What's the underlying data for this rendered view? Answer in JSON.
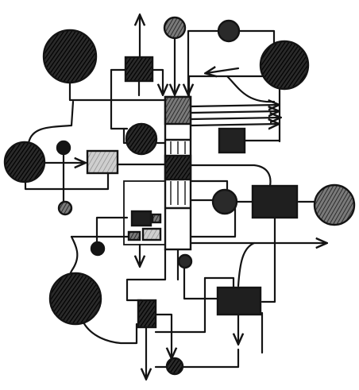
{
  "diagram": {
    "title": "",
    "style": "hand-drawn ink sketch",
    "colors": {
      "ink": "#141414",
      "dark_fill": "#1f1f1f",
      "mid_fill": "#6a6a6a",
      "light_fill": "#b9b9b9",
      "paper": "#ffffff"
    },
    "nodes": [
      {
        "id": "circle-top-left-large",
        "shape": "circle",
        "shade": "hatched-dark"
      },
      {
        "id": "circle-top-small-left",
        "shape": "circle",
        "shade": "hatched-mid"
      },
      {
        "id": "circle-top-small-right",
        "shape": "circle",
        "shade": "dark"
      },
      {
        "id": "circle-top-right-large",
        "shape": "circle",
        "shade": "dark"
      },
      {
        "id": "square-top-hatched",
        "shape": "square",
        "shade": "hatched-dark"
      },
      {
        "id": "hub-box",
        "shape": "rectangle",
        "shade": "segmented"
      },
      {
        "id": "circle-mid-center",
        "shape": "circle",
        "shade": "hatched-dark"
      },
      {
        "id": "square-mid-right",
        "shape": "square",
        "shade": "dark"
      },
      {
        "id": "circle-left-large",
        "shape": "circle",
        "shade": "hatched-dark"
      },
      {
        "id": "dot-left-top",
        "shape": "dot",
        "shade": "dark"
      },
      {
        "id": "dot-left-bottom",
        "shape": "dot",
        "shade": "mid"
      },
      {
        "id": "box-light-left",
        "shape": "rectangle",
        "shade": "light"
      },
      {
        "id": "circle-center-right",
        "shape": "circle",
        "shade": "dark"
      },
      {
        "id": "rect-right-dark",
        "shape": "rectangle",
        "shade": "dark"
      },
      {
        "id": "circle-far-right",
        "shape": "circle",
        "shade": "hatched-mid"
      },
      {
        "id": "panel-center-left",
        "shape": "rectangle",
        "shade": "outline"
      },
      {
        "id": "dot-center-lower-left",
        "shape": "dot",
        "shade": "dark"
      },
      {
        "id": "dot-center-lower",
        "shape": "dot",
        "shade": "dark"
      },
      {
        "id": "circle-bottom-left-large",
        "shape": "circle",
        "shade": "hatched-dark"
      },
      {
        "id": "rect-bottom-center-small",
        "shape": "rectangle",
        "shade": "hatched-dark"
      },
      {
        "id": "rect-bottom-right-dark",
        "shape": "rectangle",
        "shade": "dark"
      },
      {
        "id": "circle-bottom-small",
        "shape": "circle",
        "shade": "hatched-dark"
      }
    ],
    "labels": []
  }
}
